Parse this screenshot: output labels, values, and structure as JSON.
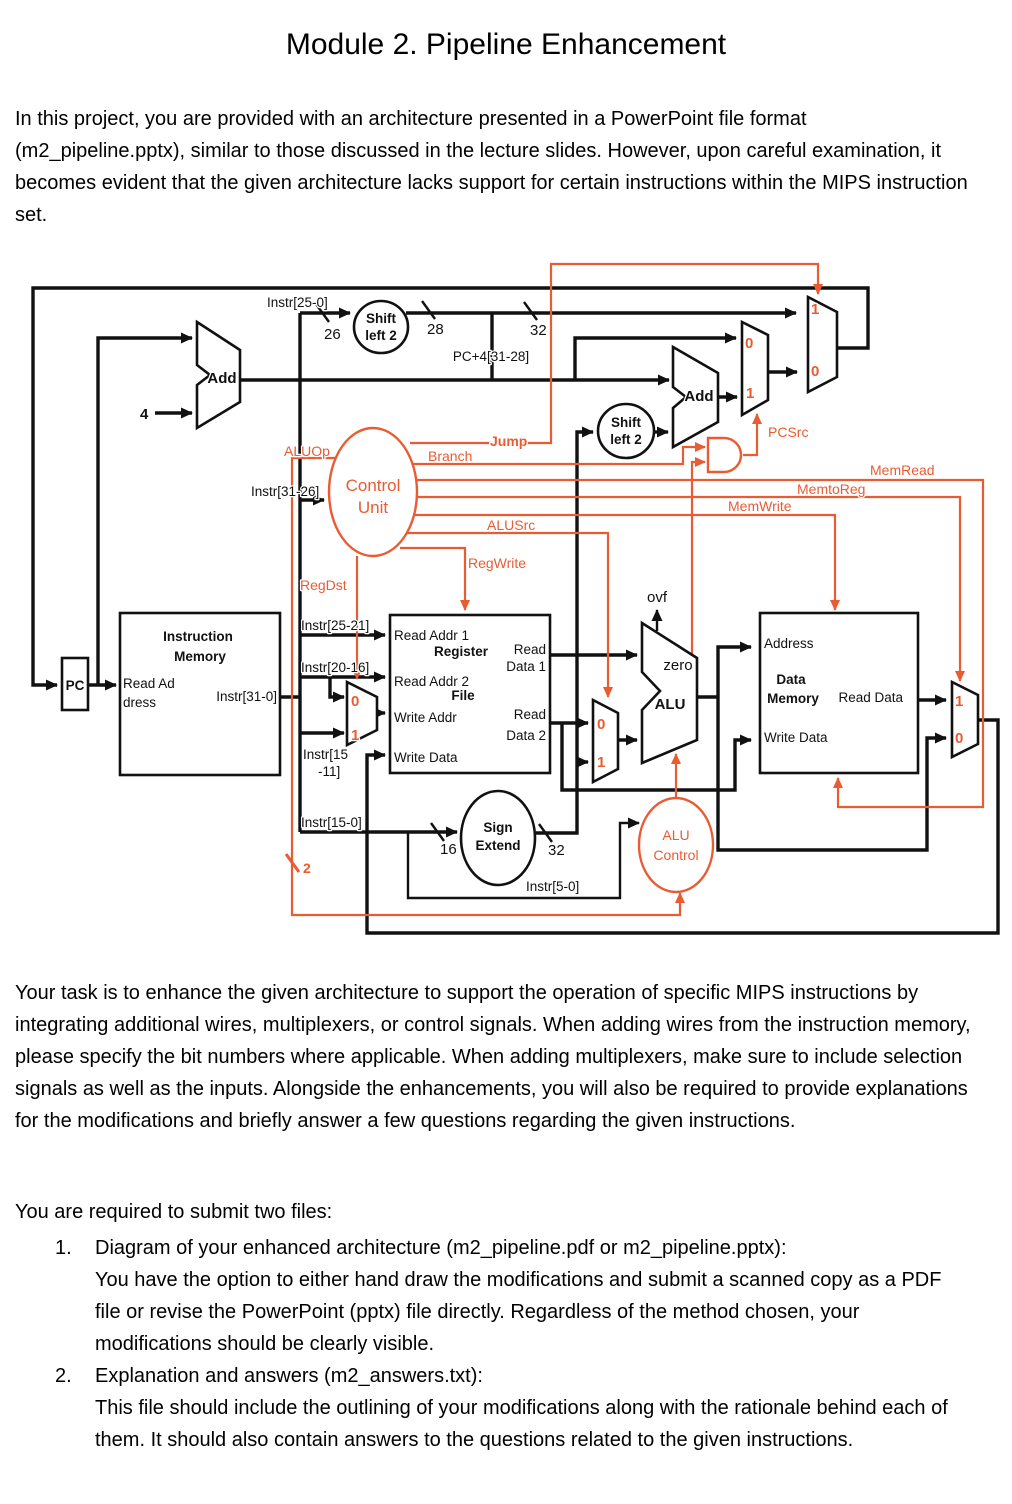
{
  "page": {
    "title": "Module 2. Pipeline Enhancement",
    "intro": "In this project, you are provided with an architecture presented in a PowerPoint file format (m2_pipeline.pptx), similar to those discussed in the lecture slides. However, upon careful examination, it becomes evident that the given architecture lacks support for certain instructions within the MIPS instruction set.",
    "task": "Your task is to enhance the given architecture to support the operation of specific MIPS instructions by integrating additional wires, multiplexers, or control signals. When adding wires from the instruction memory, please specify the bit numbers where applicable. When adding multiplexers, make sure to include selection signals as well as the inputs. Alongside the enhancements, you will also be required to provide explanations for the modifications and briefly answer a few questions regarding the given instructions.",
    "submit_heading": "You are required to submit two files:",
    "items": [
      {
        "number": "1.",
        "title": "Diagram of your enhanced architecture (m2_pipeline.pdf or m2_pipeline.pptx):",
        "body": "You have the option to either hand draw the modifications and submit a scanned copy as a PDF file or revise the PowerPoint (pptx) file directly. Regardless of the method chosen, your modifications should be clearly visible."
      },
      {
        "number": "2.",
        "title": "Explanation and answers (m2_answers.txt):",
        "body": "This file should include the outlining of your modifications along with the rationale behind each of them. It should also contain answers to the questions related to the given instructions."
      }
    ]
  },
  "colors": {
    "accent": "#E95C33",
    "ink": "#111111"
  },
  "diagram": {
    "blocks": {
      "pc": "PC",
      "im_title1": "Instruction",
      "im_title2": "Memory",
      "im_readaddr1": "Read Ad",
      "im_readaddr2": "dress",
      "im_out": "Instr[31-0]",
      "rf_title1": "Register",
      "rf_title2": "File",
      "rf_readaddr1": "Read Addr 1",
      "rf_readaddr2": "Read Addr 2",
      "rf_writeaddr": "Write Addr",
      "rf_writedata": "Write Data",
      "rf_rd1a": "Read",
      "rf_rd1b": "Data 1",
      "rf_rd2a": "Read",
      "rf_rd2b": "Data 2",
      "dm_title1": "Data",
      "dm_title2": "Memory",
      "dm_address": "Address",
      "dm_readdata": "Read Data",
      "dm_writedata": "Write Data",
      "alu": "ALU",
      "zero": "zero",
      "ovf": "ovf",
      "add_left": "Add",
      "add_right": "Add",
      "shift_top1": "Shift",
      "shift_top2": "left 2",
      "shift_right1": "Shift",
      "shift_right2": "left 2",
      "signext1": "Sign",
      "signext2": "Extend",
      "control1": "Control",
      "control2": "Unit",
      "alucontrol1": "ALU",
      "alucontrol2": "Control"
    },
    "signals": {
      "jump": "Jump",
      "branch": "Branch",
      "memread": "MemRead",
      "memtoreg": "MemtoReg",
      "memwrite": "MemWrite",
      "alusrc": "ALUSrc",
      "regwrite": "RegWrite",
      "regdst": "RegDst",
      "aluop": "ALUOp",
      "pcsrc": "PCSrc"
    },
    "buses": {
      "instr25_0": "Instr[25-0]",
      "instr31_26": "Instr[31-26]",
      "instr25_21": "Instr[25-21]",
      "instr20_16": "Instr[20-16]",
      "instr15_11a": "Instr[15",
      "instr15_11b": "-11]",
      "instr15_0": "Instr[15-0]",
      "instr5_0": "Instr[5-0]",
      "pc4": "PC+4[31-28]"
    },
    "widths": {
      "w26": "26",
      "w28": "28",
      "w32a": "32",
      "w16": "16",
      "w32b": "32",
      "w2": "2",
      "four": "4"
    },
    "mux": {
      "jump_1": "1",
      "jump_0": "0",
      "branch_0": "0",
      "branch_1": "1",
      "regdst_0": "0",
      "regdst_1": "1",
      "alusrc_0": "0",
      "alusrc_1": "1",
      "memtoreg_1": "1",
      "memtoreg_0": "0"
    }
  }
}
